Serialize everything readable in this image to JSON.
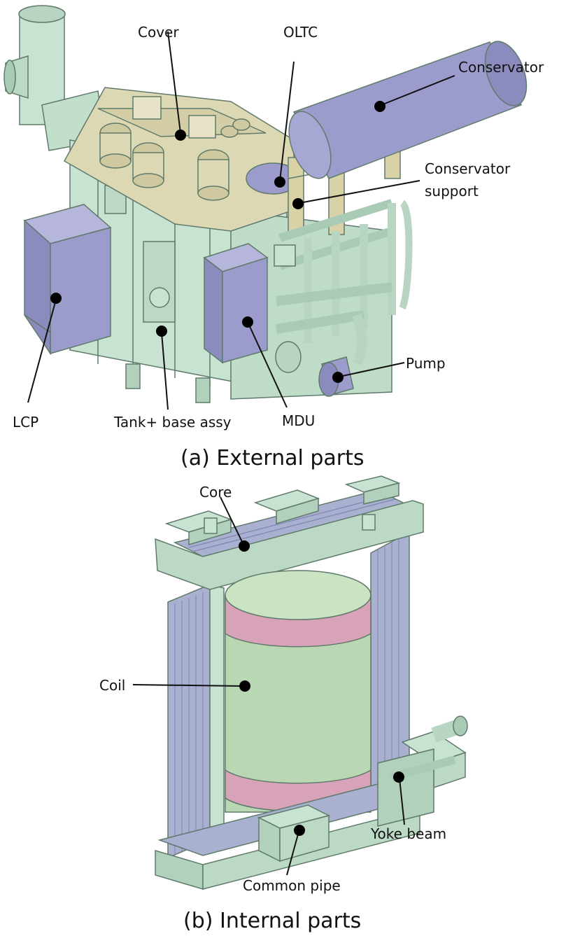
{
  "external": {
    "caption": "(a) External parts",
    "labels": {
      "cover": "Cover",
      "oltc": "OLTC",
      "conservator": "Conservator",
      "conservator_support_line1": "Conservator",
      "conservator_support_line2": "support",
      "pump": "Pump",
      "lcp": "LCP",
      "tank": "Tank+ base assy",
      "mdu": "MDU"
    }
  },
  "internal": {
    "caption": "(b) Internal parts",
    "labels": {
      "core": "Core",
      "coil": "Coil",
      "yoke_beam": "Yoke beam",
      "common_pipe": "Common pipe"
    }
  },
  "colors": {
    "tank_green": "#c9e3d3",
    "cover_beige": "#ddd8b4",
    "purple": "#9c9ccc",
    "coil_green": "#b9d7b3",
    "coil_pink": "#d8a3b8",
    "core_blue": "#a9b0d0"
  }
}
